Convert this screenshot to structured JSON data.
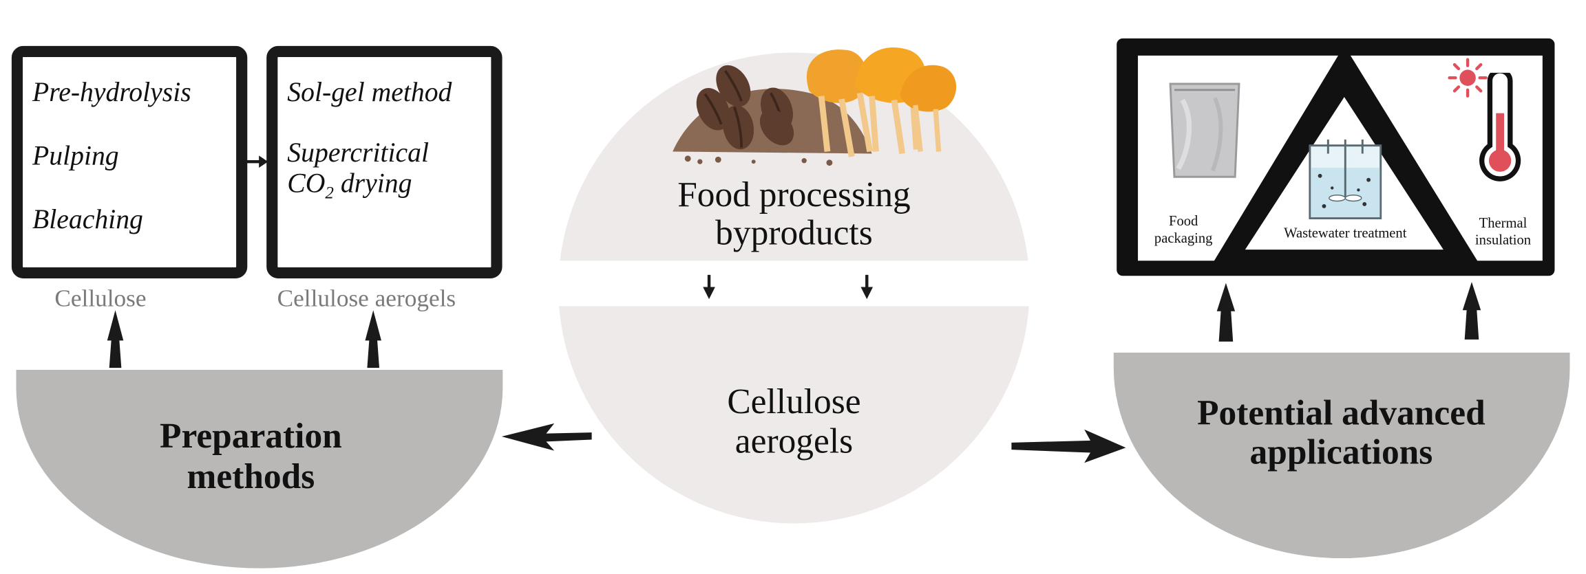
{
  "preparation": {
    "box1_items": [
      "Pre-hydrolysis",
      "Pulping",
      "Bleaching"
    ],
    "box1_caption": "Cellulose",
    "box2_item1": "Sol-gel method",
    "box2_item2_line1": "Supercritical",
    "box2_item2_prefix": "CO",
    "box2_item2_subscript": "2",
    "box2_item2_suffix": " drying",
    "box2_caption": "Cellulose aerogels",
    "title_line1": "Preparation",
    "title_line2": "methods"
  },
  "center": {
    "top_line1": "Food processing",
    "top_line2": "byproducts",
    "bottom_line1": "Cellulose",
    "bottom_line2": "aerogels"
  },
  "applications": {
    "title_line1": "Potential advanced",
    "title_line2": "applications",
    "left_line1": "Food",
    "left_line2": "packaging",
    "middle": "Wastewater treatment",
    "right_line1": "Thermal",
    "right_line2": "insulation"
  },
  "colors": {
    "box_border": "#1a1a1a",
    "half_disc": "#b9b8b7",
    "center_disc": "#eeeaea",
    "caption_gray": "#7a7a7a",
    "thermometer_red": "#e0505a",
    "water": "#c9e4ee"
  },
  "icons": [
    "coffee-beans-icon",
    "orange-peel-icon",
    "pouch-icon",
    "stirred-tank-icon",
    "thermometer-icon",
    "sun-icon"
  ]
}
